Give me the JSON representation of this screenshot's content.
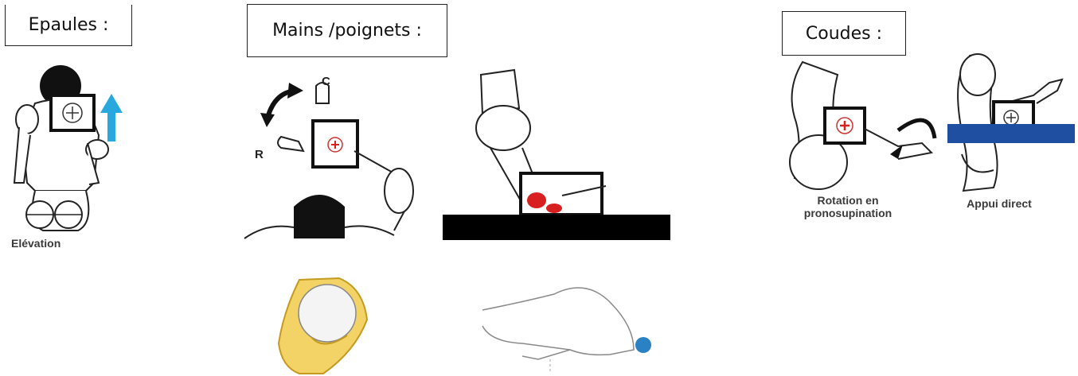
{
  "sections": {
    "epaules": {
      "title": "Epaules :"
    },
    "mains": {
      "title": "Mains /poignets :"
    },
    "coudes": {
      "title": "Coudes :"
    }
  },
  "captions": {
    "elevation": "Elévation",
    "rotation_line1": "Rotation en",
    "rotation_line2": "pronosupination",
    "appui_direct": "Appui direct"
  },
  "markers": {
    "c": "C",
    "r": "R"
  },
  "colors": {
    "arrow_blue": "#29a8e0",
    "pressure_red": "#d92020",
    "surface_blue": "#1f4fa0",
    "surface_black": "#000000",
    "ball_yellow": "#f3d266",
    "ball_blue": "#2a82c4"
  }
}
